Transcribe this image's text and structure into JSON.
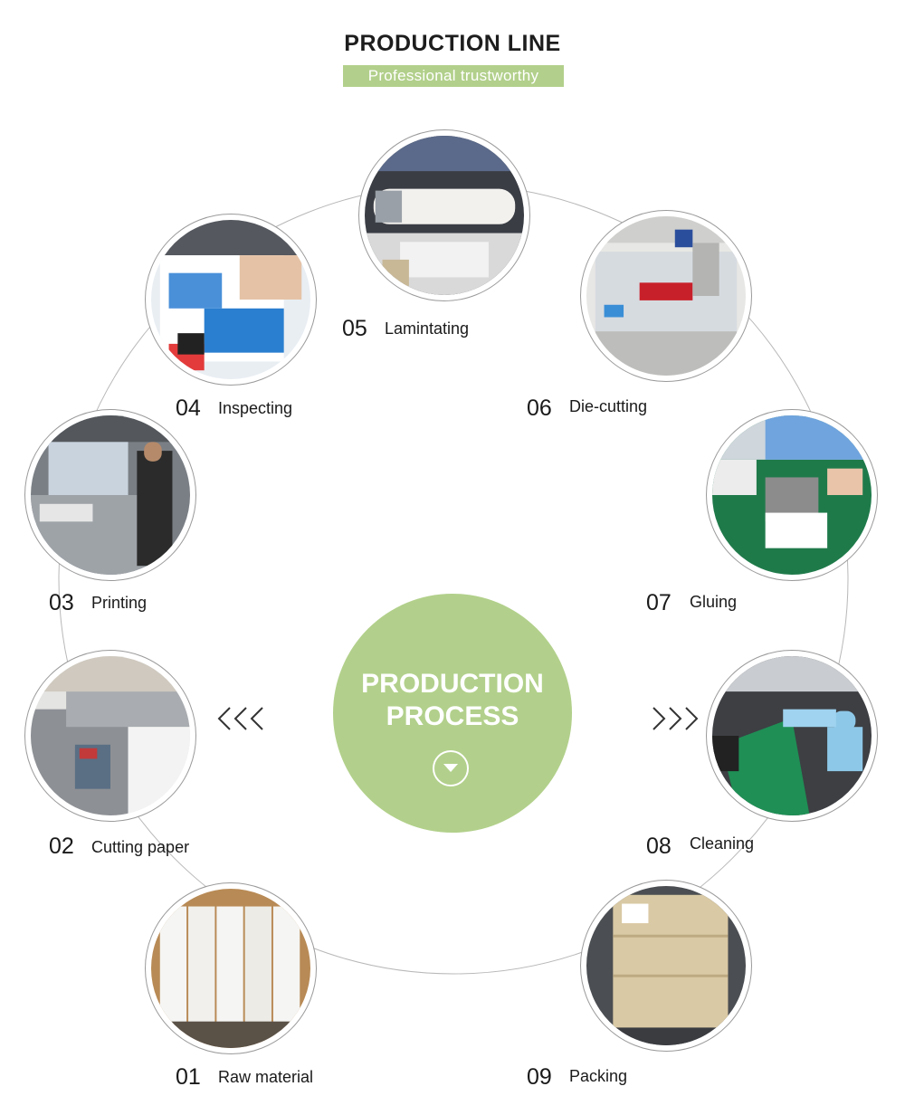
{
  "header": {
    "title": "PRODUCTION LINE",
    "subtitle": "Professional trustworthy"
  },
  "center": {
    "title_line1": "PRODUCTION",
    "title_line2": "PROCESS",
    "button_icon": "chevron-down-icon"
  },
  "colors": {
    "accent": "#b2d08b",
    "text": "#1a1a1a",
    "ring": "#b8b8b8"
  },
  "steps": [
    {
      "number": "01",
      "label": "Raw material"
    },
    {
      "number": "02",
      "label": "Cutting paper"
    },
    {
      "number": "03",
      "label": "Printing"
    },
    {
      "number": "04",
      "label": "Inspecting"
    },
    {
      "number": "05",
      "label": "Lamintating"
    },
    {
      "number": "06",
      "label": "Die-cutting"
    },
    {
      "number": "07",
      "label": "Gluing"
    },
    {
      "number": "08",
      "label": "Cleaning"
    },
    {
      "number": "09",
      "label": "Packing"
    }
  ],
  "nav": {
    "left_icon": "chevrons-left-icon",
    "right_icon": "chevrons-right-icon"
  }
}
